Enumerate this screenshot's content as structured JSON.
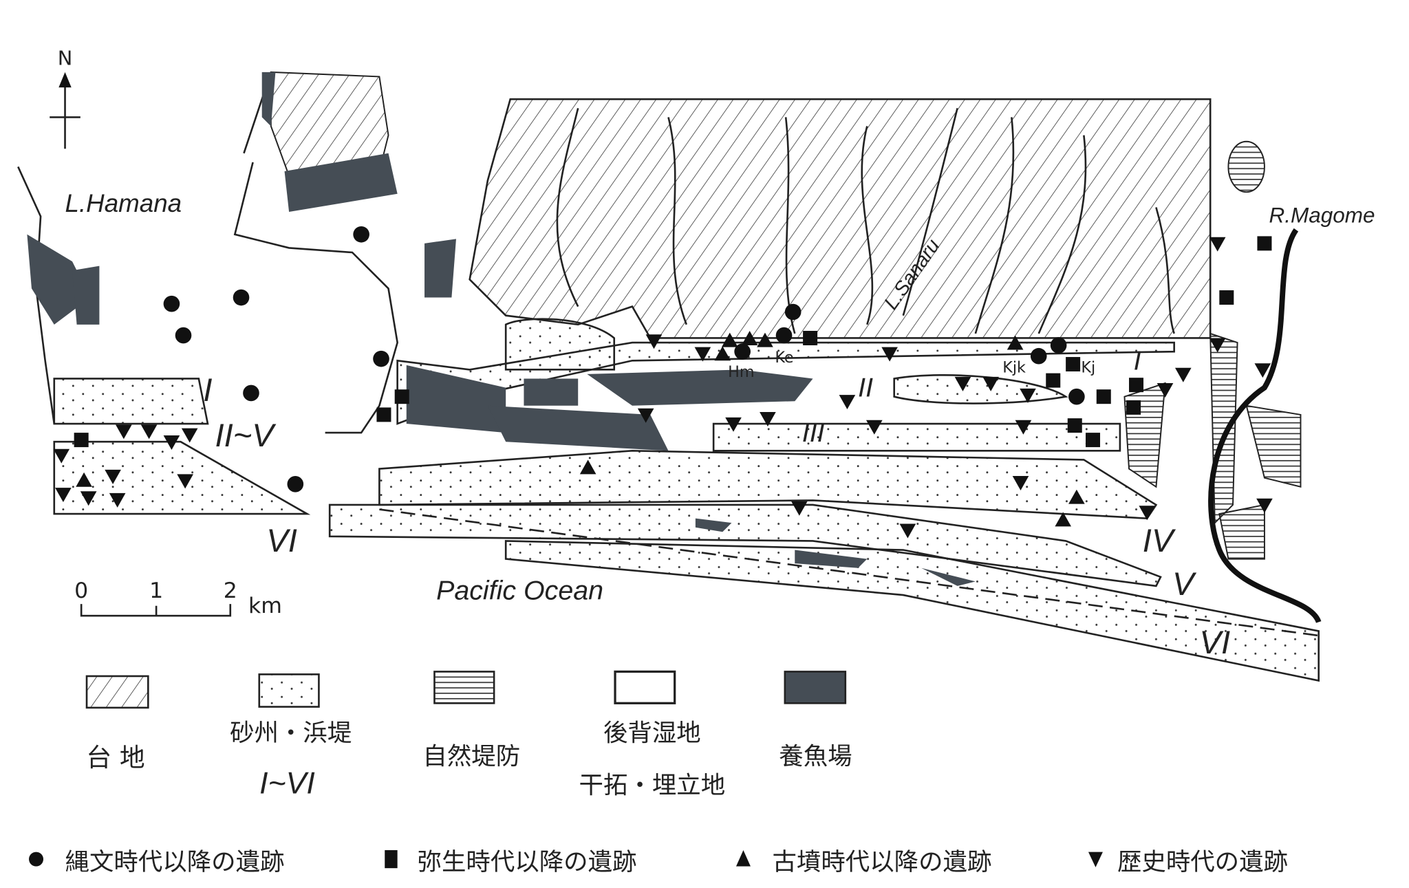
{
  "map": {
    "north_label": "N",
    "place_labels": {
      "lake_hamana": "L.Hamana",
      "lake_sanaru": "L.Sanaru",
      "river_magome": "R.Magome",
      "ocean": "Pacific Ocean"
    },
    "site_labels": {
      "hm": "Hm",
      "ke": "Ke",
      "kjk": "Kjk",
      "kj": "Kj"
    },
    "ridge_labels": {
      "west_i": "I",
      "west_ii_v": "II~V",
      "west_vi": "VI",
      "i": "I",
      "ii": "II",
      "iii": "III",
      "iv": "IV",
      "v": "V",
      "vi": "VI"
    },
    "scale": {
      "tick0": "0",
      "tick1": "1",
      "tick2": "2",
      "unit": "km"
    }
  },
  "legend": {
    "terrace": "台 地",
    "sandbar": "砂州・浜堤",
    "sandbar_range": "I~VI",
    "levee": "自然堤防",
    "marsh": "後背湿地",
    "reclaimed": "干拓・埋立地",
    "fishpond": "養魚場"
  },
  "site_legend": {
    "jomon": "縄文時代以降の遺跡",
    "yayoi": "弥生時代以降の遺跡",
    "kofun": "古墳時代以降の遺跡",
    "historic": "歴史時代の遺跡"
  },
  "colors": {
    "fishpond": "#454d55",
    "ink": "#111111"
  }
}
